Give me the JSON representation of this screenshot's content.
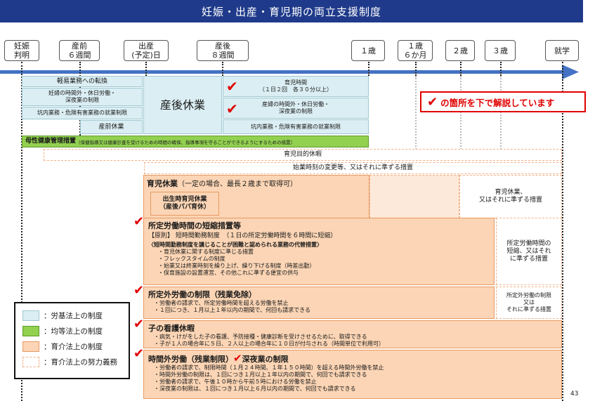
{
  "title": "妊娠・出産・育児期の両立支援制度",
  "timeline": {
    "pregnancy": "妊娠\n判明",
    "prebirth6": "産前\n６週間",
    "birth": "出産\n(予定)日",
    "postbirth8": "産後\n８週間",
    "age1": "１歳",
    "age1_6": "１歳\n６か月",
    "age2": "２歳",
    "age3": "３歳",
    "school": "就学"
  },
  "labor_std": {
    "light_work": "軽易業務への転換",
    "pregnant_limit": "妊婦の時間外・休日労働・\n深夜業の制限",
    "pregnant_harmful": "坑内業務・危険有害業務の就業制限",
    "prenatal_leave": "産前休業",
    "postnatal_leave": "産後休業",
    "nursing_time": "育児時間\n（１日２回　各３０分以上）",
    "postpartum_limit": "産婦の時間外・休日労働・\n深夜業の制限",
    "postpartum_harmful": "坑内業務・危険有害業務の就業制限"
  },
  "equal_opp": {
    "maternal_health": "母性健康管理措置",
    "maternal_health_note": "（保健指導又は健康診査を受けるための時間の確保、指導事項を守ることができるようにするための措置）"
  },
  "effort": {
    "childcare_purpose_leave": "育児目的休暇",
    "start_time_change": "始業時刻の変更等、又はそれに準ずる措置",
    "childcare_leave_alt": "育児休業、\n又はそれに準ずる措置",
    "short_hours_alt": "所定労働時間の\n短縮、又はそれ\nに準ずる措置",
    "overtime_exempt_alt": "所定外労働の制限\n又は\nそれに準ずる措置"
  },
  "childcare_leave": {
    "title": "育児休業",
    "note": "（一定の場合、最長２歳まで取得可）",
    "paternity_title": "出生時育児休業\n（産後パパ育休）"
  },
  "short_hours": {
    "title": "所定労働時間の短縮措置等",
    "principle_label": "【原則】",
    "principle": "短時間勤務制度　（１日の所定労働時間を６時間に短縮）",
    "alt_title": "〈短時間勤務制度を講じることが困難と認められる業務の代替措置〉",
    "alt_items": [
      "・育児休業に関する制度に準じる措置",
      "・フレックスタイムの制度",
      "・始業又は終業時刻を繰り上げ、繰り下げる制度（時差出勤）",
      "・保育施設の設置運営、その他これに準ずる便宜の供与"
    ]
  },
  "overtime_exempt": {
    "title": "所定外労働の制限（残業免除）",
    "items": [
      "・労働者の請求で、所定労働時間を超える労働を禁止",
      "・１回につき、１月以上１年以内の期間で、何回も請求できる"
    ]
  },
  "sick_child": {
    "title": "子の看護休暇",
    "items": [
      "・病気・けがをした子の看護、予防接種・健康診断を受けさせるために、取得できる",
      "・子が１人の場合年に５日、２人以上の場合年に１０日が付与される（時間単位で利用可）"
    ]
  },
  "overtime_limit": {
    "title1": "時間外労働（残業制限）",
    "title2": "深夜業の制限",
    "items": [
      "・労働者の請求で、制限時間（１月２４時間、１年１５０時間）を超える時間外労働を禁止",
      "・時間外労働の制限は、１回につき１月以上１年以内の期間で、何回でも請求できる",
      "・労働者の請求で、午後１０時から午前５時における労働を禁止",
      "・深夜業の制限は、１回につき１月以上６月以内の期間で、何回でも請求できる"
    ]
  },
  "callout": "の箇所を下で解説しています",
  "legend": {
    "labor_std": "：労基法上の制度",
    "equal_opp": "：均等法上の制度",
    "childcare_law": "：育介法上の制度",
    "childcare_effort": "：育介法上の努力義務"
  },
  "page_number": "43",
  "colors": {
    "title_bg": "#1f3a8a",
    "arrow": "#4472c4",
    "labor_std": "#dbeef3",
    "equal_opp": "#92d050",
    "childcare_law": "#fbd5b5",
    "check": "#e00000"
  }
}
